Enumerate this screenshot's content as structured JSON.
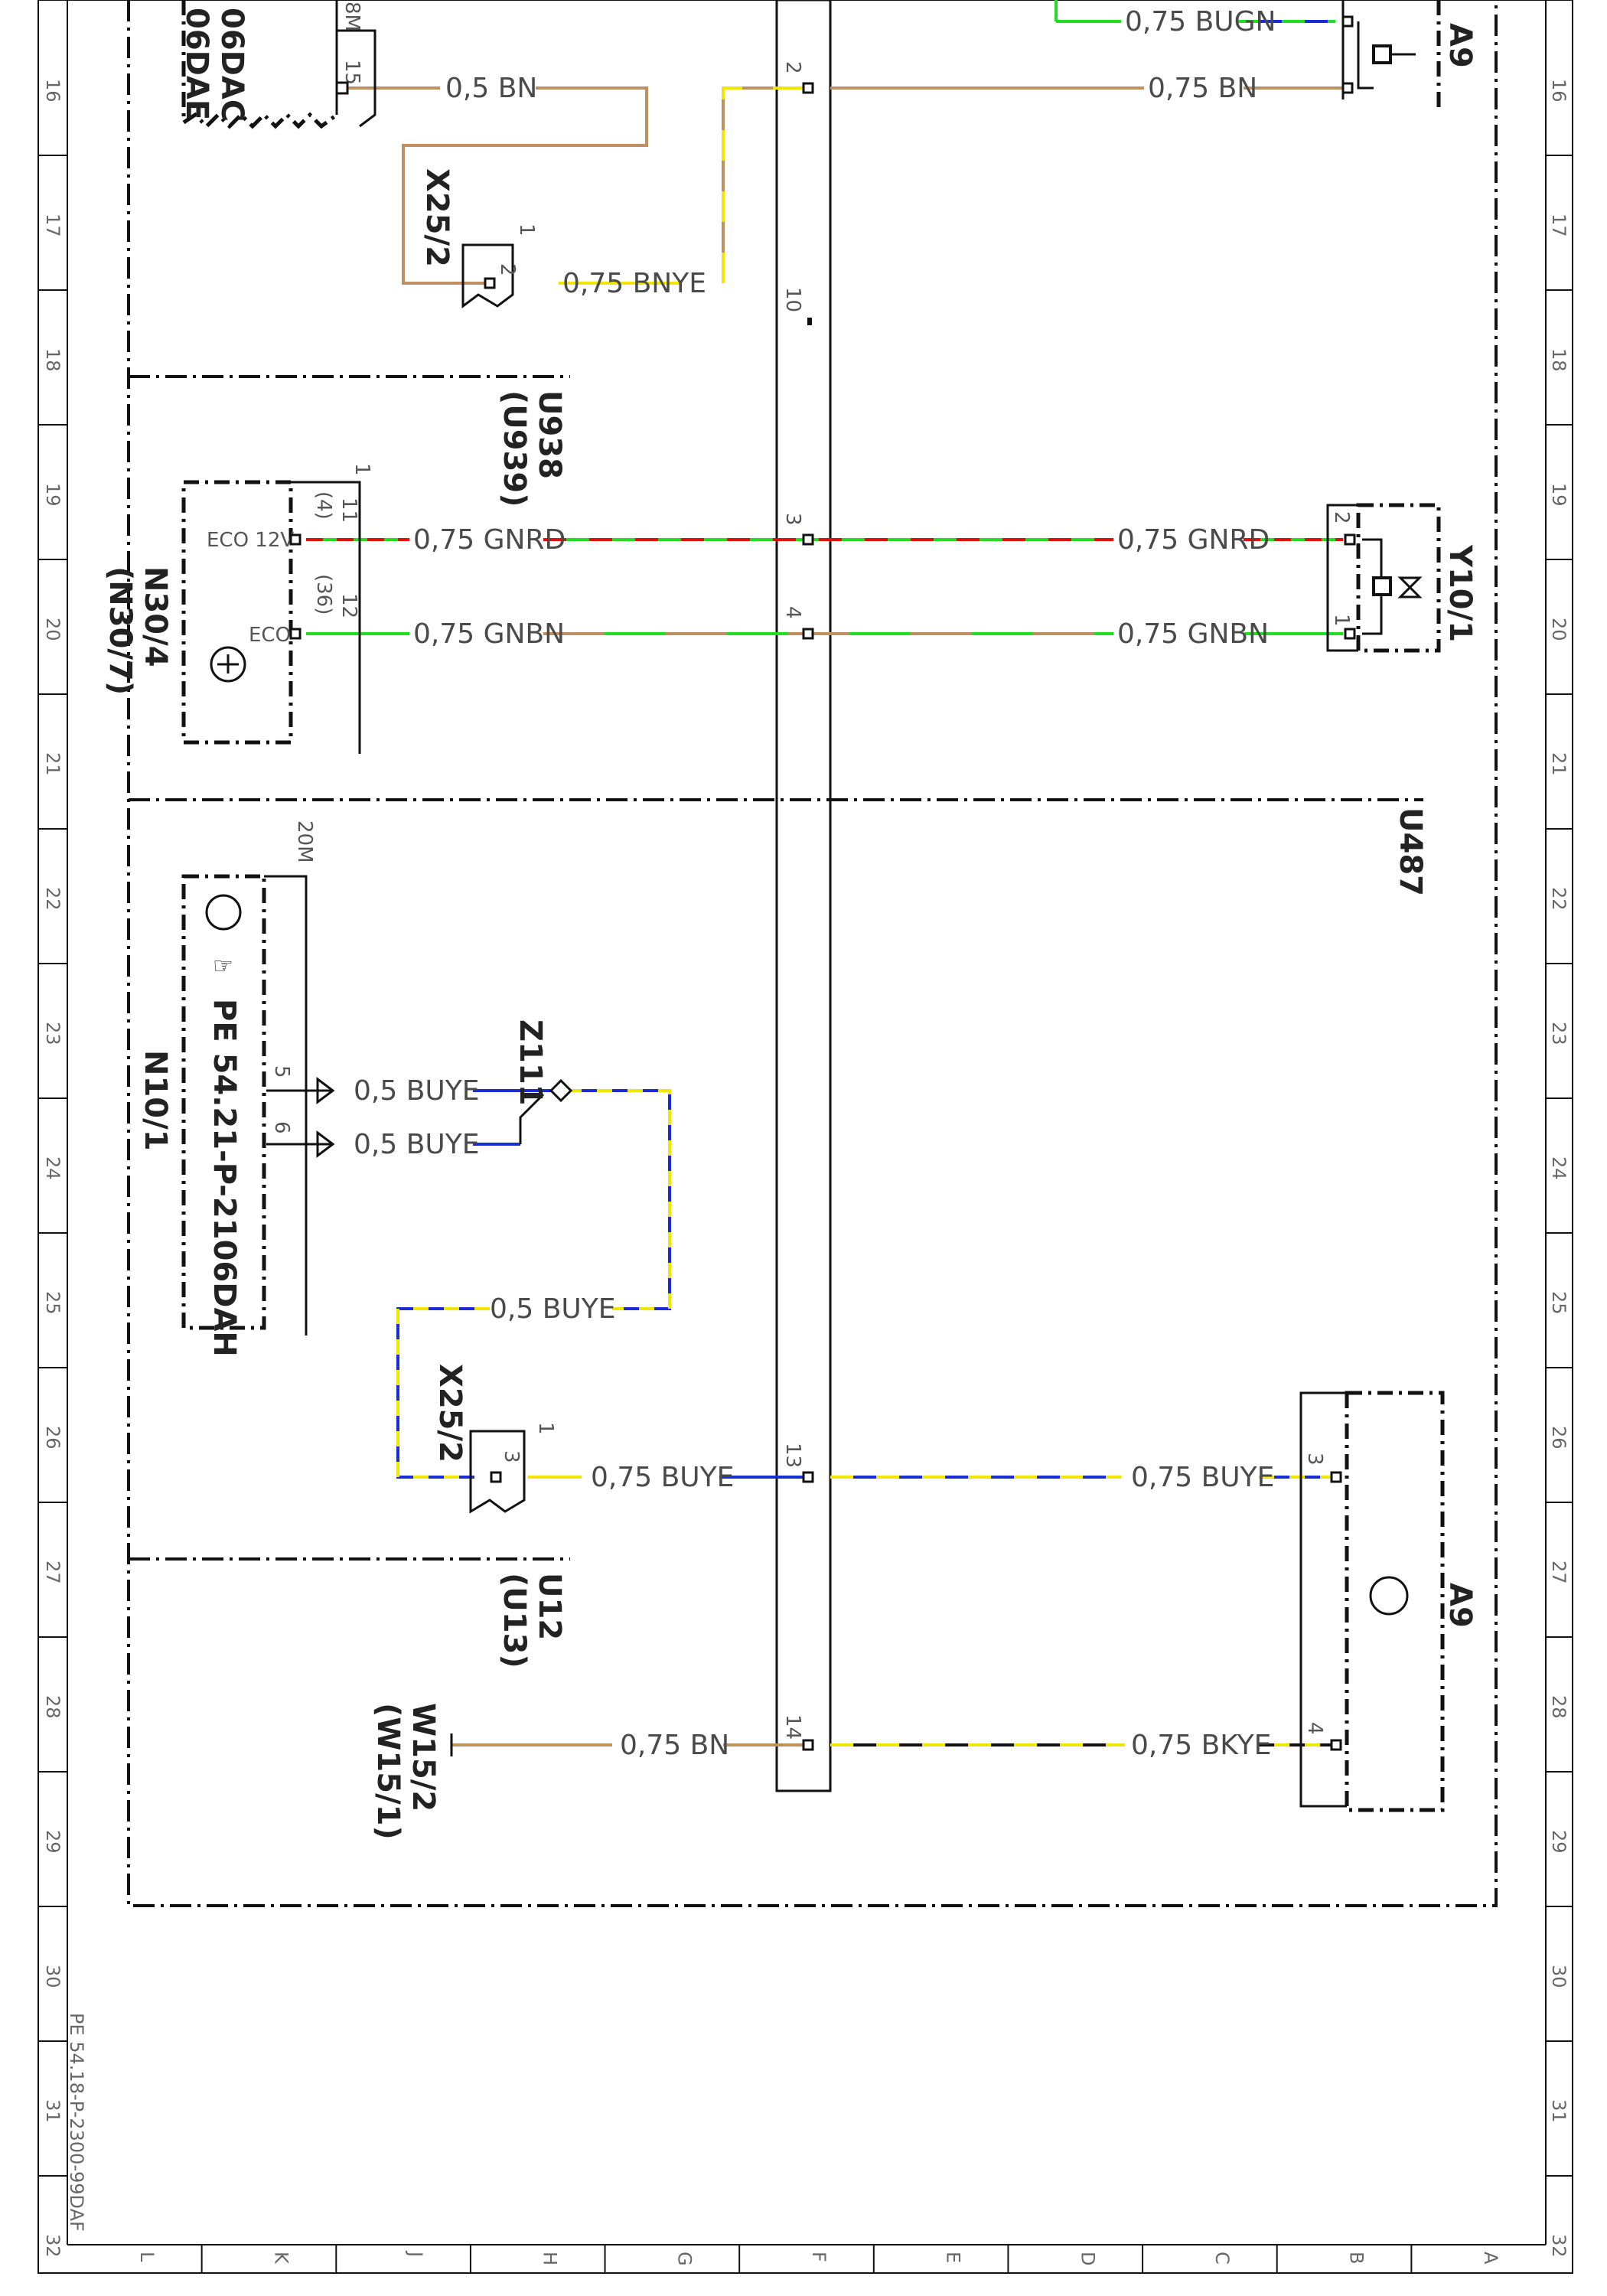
{
  "doc_ref": "PE 54.18-P-2300-99DAF",
  "rows": [
    "16",
    "17",
    "18",
    "19",
    "20",
    "21",
    "22",
    "23",
    "24",
    "25",
    "26",
    "27",
    "28",
    "29",
    "30",
    "31",
    "32"
  ],
  "cols": [
    "L",
    "K",
    "J",
    "H",
    "G",
    "F",
    "E",
    "D",
    "C",
    "B",
    "A"
  ],
  "components": {
    "top_code": "06DAC\n06DAE",
    "top_suffix": "8M",
    "x25_2_top": "X25/2",
    "u938": "U938\n(U939)",
    "n30_4": "N30/4\n(N30/7)",
    "u487": "U487",
    "n10_1": "N10/1",
    "n10_1_ref": "PE 54.21-P-2106DAH",
    "z111": "Z111",
    "x25_2_bottom": "X25/2",
    "u12": "U12\n(U13)",
    "w15_2": "W15/2\n(W15/1)",
    "a9_top": "A9",
    "y10_1": "Y10/1",
    "a9_bottom": "A9"
  },
  "wires": {
    "bugn": "0,75 BUGN",
    "bn_top_left": "0,5 BN",
    "bn_top_right": "0,75 BN",
    "bnye": "0,75 BNYE",
    "gnrd_left": "0,75 GNRD",
    "gnrd_right": "0,75 GNRD",
    "gnbn_left": "0,75 GNBN",
    "gnbn_right": "0,75 GNBN",
    "buye_5": "0,5 BUYE",
    "buye_6": "0,5 BUYE",
    "buye_mid": "0,5 BUYE",
    "buye_left": "0,75 BUYE",
    "buye_right": "0,75 BUYE",
    "bn_bottom": "0,75 BN",
    "bkye": "0,75 BKYE"
  },
  "labels": {
    "eco12v": "ECO 12V",
    "eco": "ECO",
    "pin_11": "11",
    "pin_4p": "(4)",
    "pin_12": "12",
    "pin_36p": "(36)",
    "pin_1": "1",
    "pin_2": "2",
    "pin_3": "3",
    "pin_4": "4",
    "pin_5": "5",
    "pin_6": "6",
    "pin_10": "10",
    "pin_13": "13",
    "pin_14": "14",
    "pin_15": "15",
    "n10_1_pin": "20M"
  },
  "colors": {
    "brown": "#c09060",
    "yellow": "#f2e600",
    "blue": "#1a2cd6",
    "green": "#22dd22",
    "red": "#e01010",
    "black": "#111111"
  }
}
